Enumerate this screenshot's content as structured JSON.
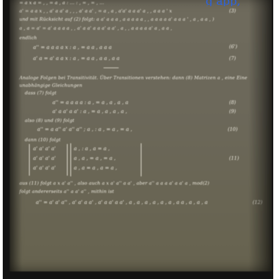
{
  "header_fragment": "g app,",
  "lines": {
    "l0": "= a x a = , , = a , a : ... : , = , = , ...",
    "l1": "a' = a a x , , a' a a' a , , , a' a a' , = a , a , a'a' a a a' a , , a a a ' x",
    "n1": "(3)",
    "l2": "und mit Rücksicht auf (2) folgt:   a a' a a a ,   a a a a a , ,   a a a a a' a a a ' ,  a , a a ,  )",
    "l3": "a , a = a' = a' a a a a , ,  a' a a' a a a' a a' , a , , a a a a a' a , a a ,",
    "l4": "endlich",
    "e1": "a'' = a a a a x   :   a , = a a , a a a",
    "n2": "(6')",
    "e2": "a' a = a' a a x   :   a , = a a , a a , a a",
    "n3": "(7)",
    "p1": "Analoge Folgen bei Transitivität. Über Transitionen verstehen: dann (8) Matrizen a , eine Eine",
    "p2": "unabhängige Gleichungen",
    "p3": "dass (7) folgt",
    "e3": "a'' = a a a a   :   a , = a , a , a , a",
    "n4": "(8)",
    "e4": "a' a a' a a'   :   a , = a , a , a , a ,",
    "n5": "(9)",
    "p4": "also (8) und (9) folgt",
    "e5": "a'' = a a'' a' a'' a''   ;   a , : a , = a , = a ,",
    "n6": "(10)",
    "p5": "dann (10) folgt",
    "m1": "a' a' a' a'",
    "m2": "a' a' a' a'",
    "m3": "a' a' a' a'",
    "m4": "a ,  : a , a = a ,",
    "m5": "a , a , = a , = a ,",
    "m6": "a , a  = a , a = a ,",
    "n7": "(11)",
    "p6": "aus (11) folgt  a x a' a'' ,  also auch  a x a' a'' a a' ,  aber  a'' a a a a' a a' a ,  mod(2)",
    "p7": "folgt andererseits  a'' a a' a'' ,  mithin ist",
    "e6": "a'' = a' a' a'' ,  a' a' a a' ,  a' a a' a a' ,  a , a , a , a , a , a , a a , a , a , a",
    "n8": "(12)"
  }
}
